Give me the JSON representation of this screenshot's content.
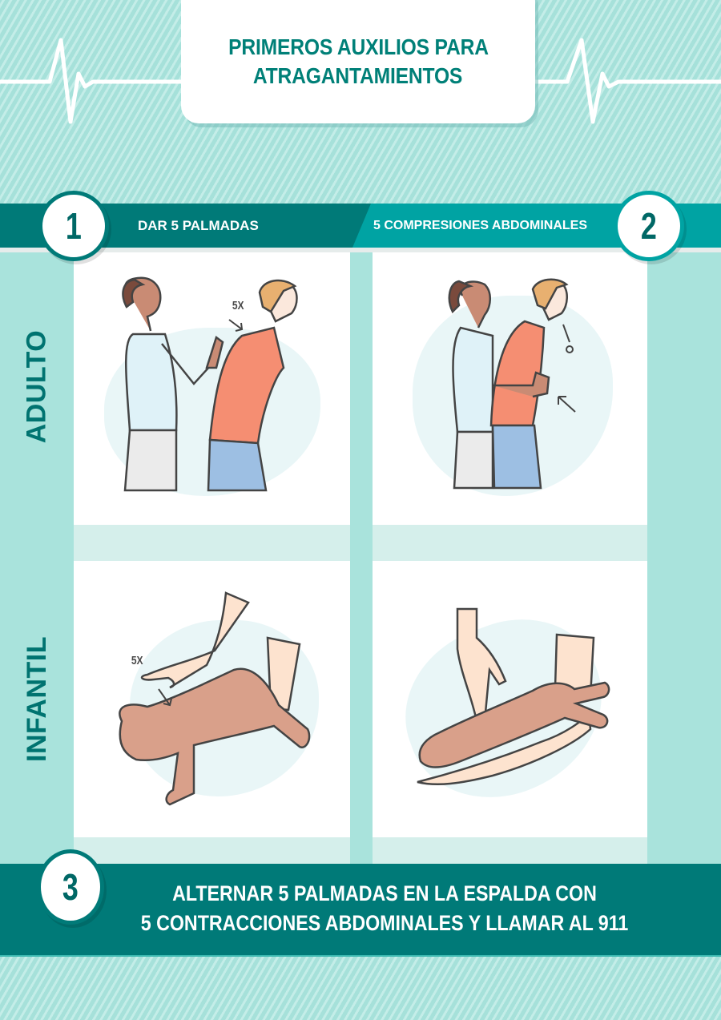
{
  "title": {
    "line1": "PRIMEROS AUXILIOS PARA",
    "line2": "ATRAGANTAMIENTOS"
  },
  "steps": [
    {
      "number": "1",
      "label": "DAR 5 PALMADAS"
    },
    {
      "number": "2",
      "label": "5 COMPRESIONES ABDOMINALES"
    },
    {
      "number": "3",
      "label_line1": "ALTERNAR 5 PALMADAS EN LA ESPALDA CON",
      "label_line2": "5 CONTRACCIONES ABDOMINALES Y LLAMAR AL 911"
    }
  ],
  "rows": [
    {
      "label": "ADULTO"
    },
    {
      "label": "INFANTIL"
    }
  ],
  "panels": [
    {
      "id": "adult-back-blows",
      "annotation": "5X"
    },
    {
      "id": "adult-abdominal-thrusts",
      "annotation": ""
    },
    {
      "id": "infant-back-blows",
      "annotation": "5X"
    },
    {
      "id": "infant-chest-compressions",
      "annotation": ""
    }
  ],
  "colors": {
    "dark_teal": "#007a78",
    "mid_teal": "#00a3a3",
    "light_teal": "#a9e3dc",
    "pale_teal": "#d5efeb",
    "white": "#ffffff",
    "shirt_orange": "#f58e72",
    "skin_baby": "#d9a08a"
  },
  "icons": {
    "heartbeat": "heartbeat-line-icon"
  }
}
